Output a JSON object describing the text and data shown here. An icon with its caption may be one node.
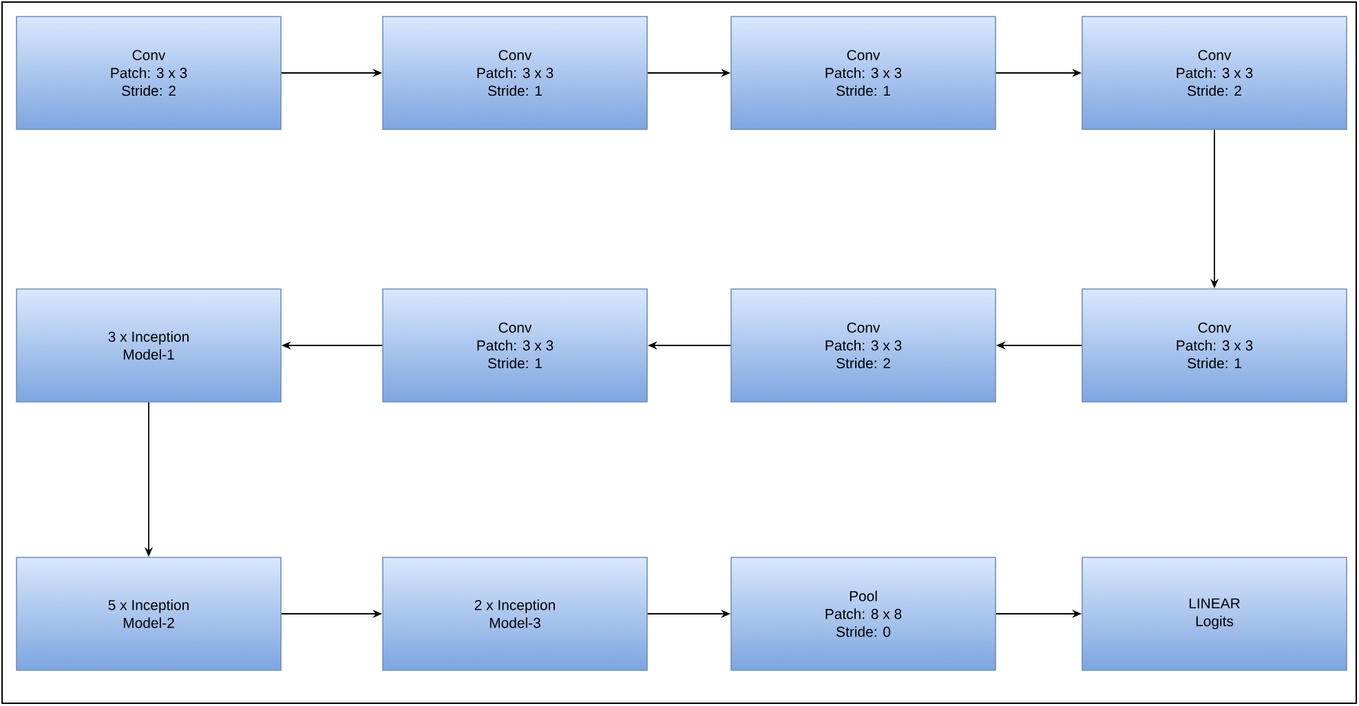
{
  "diagram": {
    "nodes": [
      {
        "text": [
          "Conv",
          "Patch: 3 x 3",
          "Stride: 2"
        ]
      },
      {
        "text": [
          "Conv",
          "Patch: 3 x 3",
          "Stride: 1"
        ]
      },
      {
        "text": [
          "Conv",
          "Patch: 3 x 3",
          "Stride: 1"
        ]
      },
      {
        "text": [
          "Conv",
          "Patch: 3 x 3",
          "Stride: 2"
        ]
      },
      {
        "text": [
          "3 x Inception",
          "Model-1"
        ]
      },
      {
        "text": [
          "Conv",
          "Patch: 3 x 3",
          "Stride: 1"
        ]
      },
      {
        "text": [
          "Conv",
          "Patch: 3 x 3",
          "Stride: 2"
        ]
      },
      {
        "text": [
          "Conv",
          "Patch: 3 x 3",
          "Stride: 1"
        ]
      },
      {
        "text": [
          "5 x Inception",
          "Model-2"
        ]
      },
      {
        "text": [
          "2 x Inception",
          "Model-3"
        ]
      },
      {
        "text": [
          "Pool",
          "Patch: 8 x 8",
          "Stride: 0"
        ]
      },
      {
        "text": [
          "LINEAR",
          "Logits"
        ]
      }
    ],
    "edges": [
      {
        "from": 0,
        "to": 1,
        "arrow": "to"
      },
      {
        "from": 1,
        "to": 2,
        "arrow": "to"
      },
      {
        "from": 2,
        "to": 3,
        "arrow": "to"
      },
      {
        "from": 3,
        "to": 7,
        "arrow": "to"
      },
      {
        "from": 7,
        "to": 6,
        "arrow": "to"
      },
      {
        "from": 6,
        "to": 5,
        "arrow": "to"
      },
      {
        "from": 5,
        "to": 4,
        "arrow": "to"
      },
      {
        "from": 4,
        "to": 8,
        "arrow": "to"
      },
      {
        "from": 8,
        "to": 9,
        "arrow": "to"
      },
      {
        "from": 9,
        "to": 10,
        "arrow": "to"
      },
      {
        "from": 10,
        "to": 11,
        "arrow": "to"
      }
    ]
  }
}
